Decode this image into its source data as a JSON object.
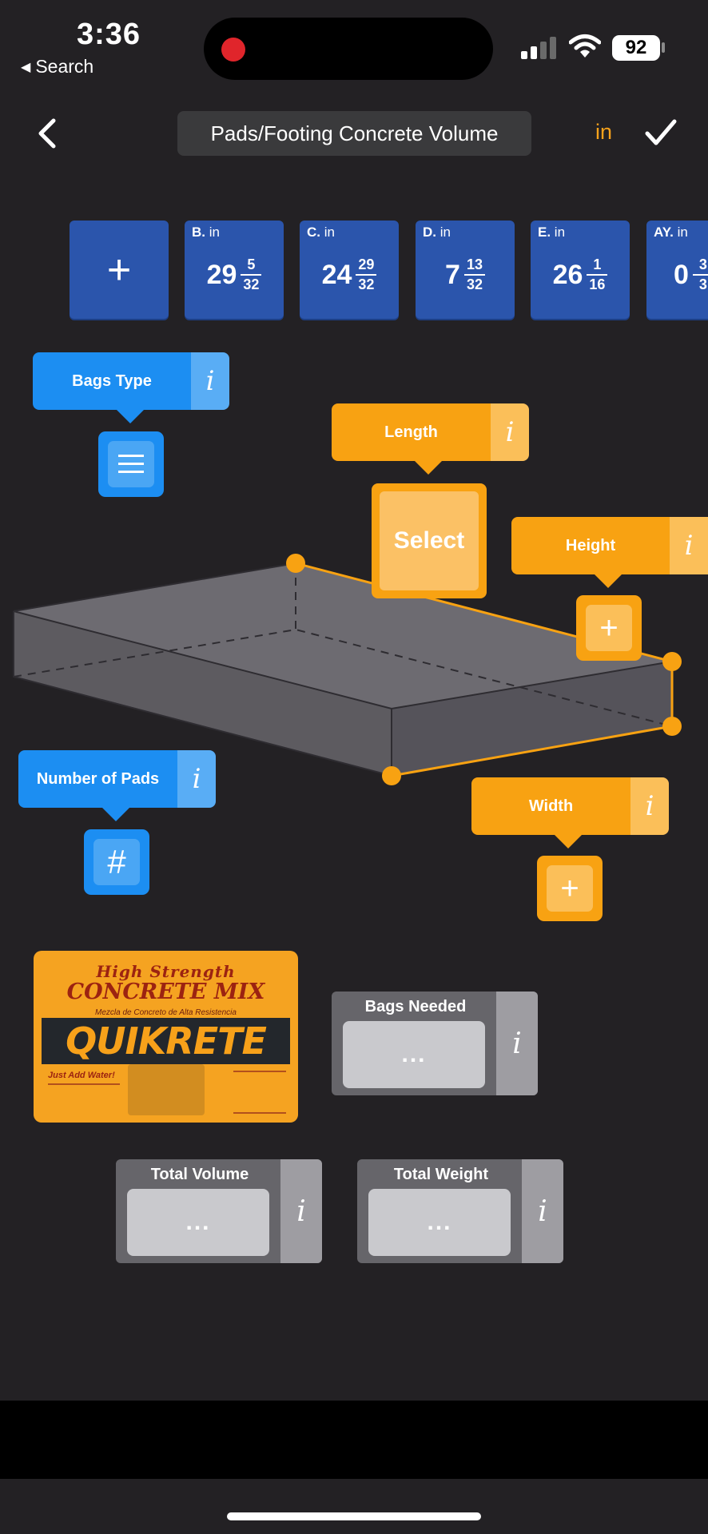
{
  "status_bar": {
    "time": "3:36",
    "back_app": "Search",
    "battery": "92"
  },
  "nav": {
    "title": "Pads/Footing Concrete Volume",
    "unit": "in"
  },
  "tiles": [
    {
      "label": "",
      "unit": "",
      "whole": "+",
      "num": "",
      "den": ""
    },
    {
      "label": "B.",
      "unit": "in",
      "whole": "29",
      "num": "5",
      "den": "32"
    },
    {
      "label": "C.",
      "unit": "in",
      "whole": "24",
      "num": "29",
      "den": "32"
    },
    {
      "label": "D.",
      "unit": "in",
      "whole": "7",
      "num": "13",
      "den": "32"
    },
    {
      "label": "E.",
      "unit": "in",
      "whole": "26",
      "num": "1",
      "den": "16"
    },
    {
      "label": "AY.",
      "unit": "in",
      "whole": "0",
      "num": "3",
      "den": "3"
    }
  ],
  "tags": {
    "bags_type": "Bags Type",
    "length": "Length",
    "height": "Height",
    "number_of_pads": "Number of Pads",
    "width": "Width",
    "info_glyph": "i"
  },
  "buttons": {
    "select": "Select",
    "plus": "+",
    "hash": "#"
  },
  "bag": {
    "line1": "High Strength",
    "line2": "CONCRETE MIX",
    "line3": "Mezcla de Concreto de Alta Resistencia",
    "brand": "QUIKRETE",
    "line4": "Just Add Water!"
  },
  "results": {
    "bags_needed": {
      "title": "Bags Needed",
      "value": "..."
    },
    "total_volume": {
      "title": "Total Volume",
      "value": "..."
    },
    "total_weight": {
      "title": "Total Weight",
      "value": "..."
    }
  },
  "colors": {
    "accent_orange": "#f8a212",
    "accent_blue": "#1c8ef2",
    "tile_blue": "#2b55ac",
    "background": "#232124"
  }
}
